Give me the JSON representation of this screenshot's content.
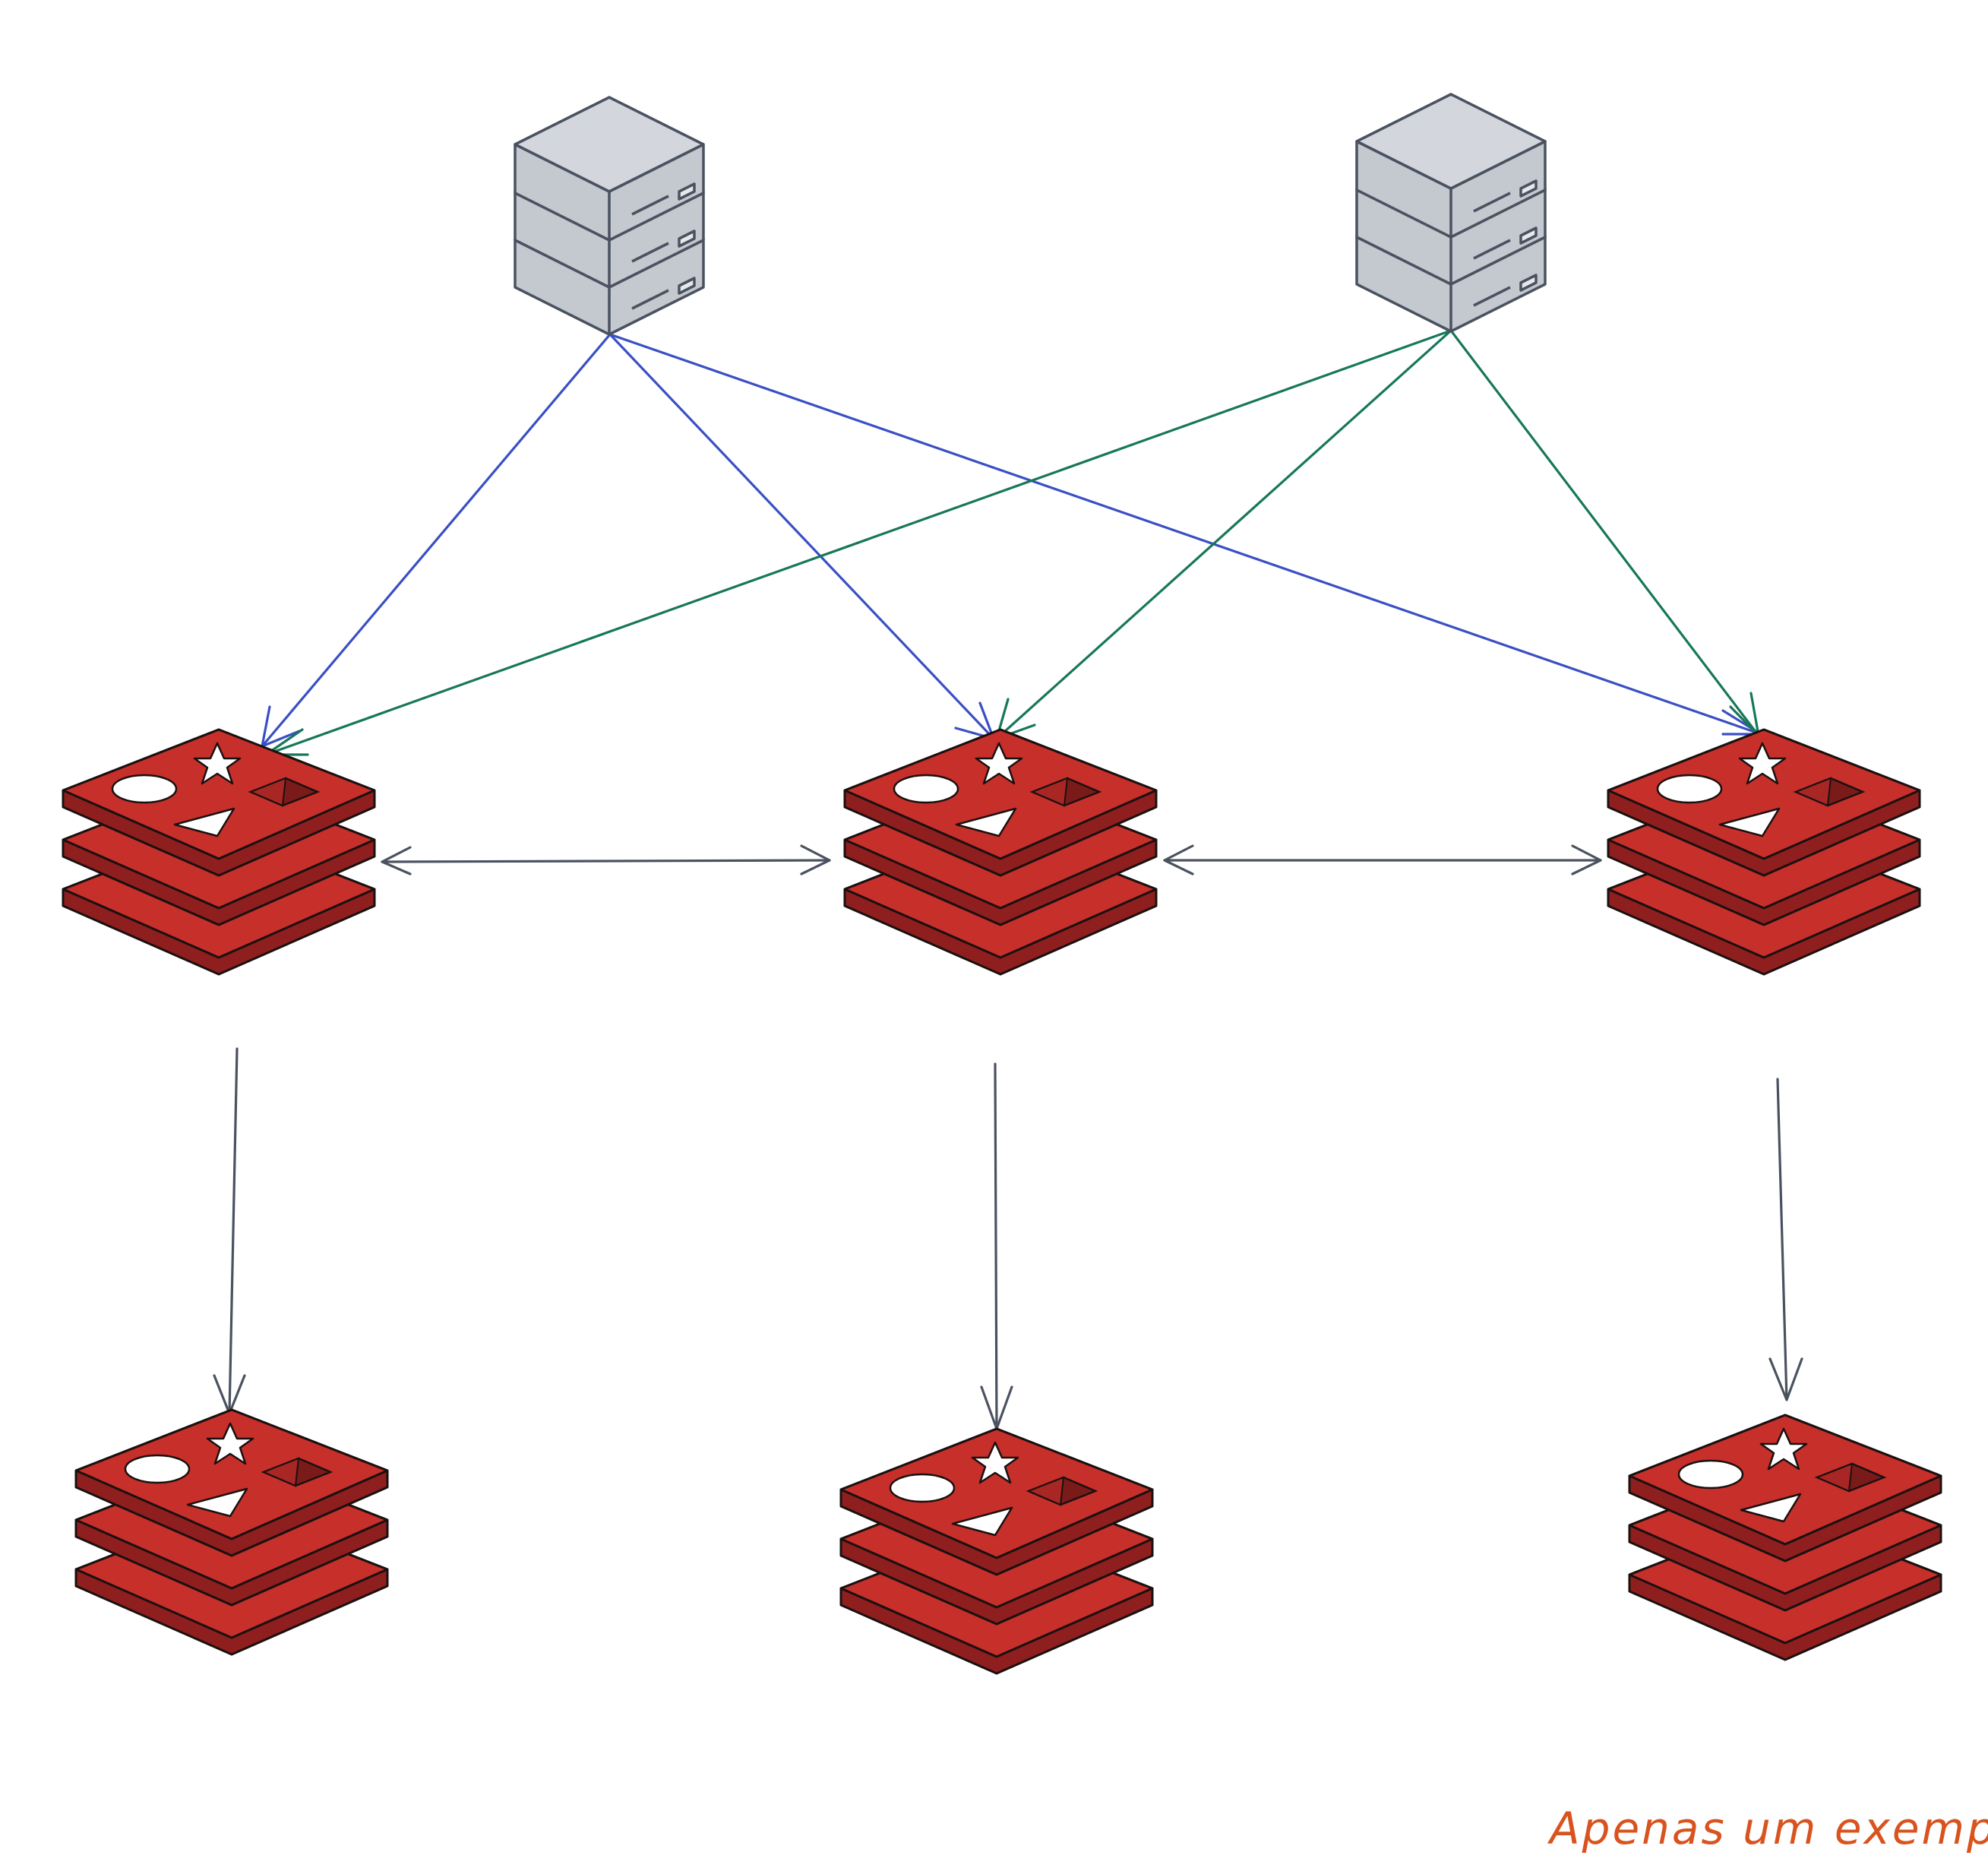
{
  "caption": "Apenas um exemplo*",
  "colors": {
    "background": "#ffffff",
    "server_body": "#cfd3da",
    "server_stroke": "#4a5260",
    "redis_top": "#c62f2a",
    "redis_dark": "#8e1f1e",
    "redis_stroke": "#1a1010",
    "arrow_server_left": "#3a4fc4",
    "arrow_server_right": "#17775a",
    "arrow_cluster": "#4a5260",
    "caption": "#d9531e"
  },
  "nodes": {
    "servers": [
      {
        "id": "server-left",
        "icon": "server-rack-icon"
      },
      {
        "id": "server-right",
        "icon": "server-rack-icon"
      }
    ],
    "redis_masters": [
      {
        "id": "redis-master-1",
        "icon": "redis-icon"
      },
      {
        "id": "redis-master-2",
        "icon": "redis-icon"
      },
      {
        "id": "redis-master-3",
        "icon": "redis-icon"
      }
    ],
    "redis_replicas": [
      {
        "id": "redis-replica-1",
        "icon": "redis-icon"
      },
      {
        "id": "redis-replica-2",
        "icon": "redis-icon"
      },
      {
        "id": "redis-replica-3",
        "icon": "redis-icon"
      }
    ]
  },
  "edges": [
    {
      "from": "server-left",
      "to": "redis-master-1",
      "kind": "server_left"
    },
    {
      "from": "server-left",
      "to": "redis-master-2",
      "kind": "server_left"
    },
    {
      "from": "server-left",
      "to": "redis-master-3",
      "kind": "server_left"
    },
    {
      "from": "server-right",
      "to": "redis-master-1",
      "kind": "server_right"
    },
    {
      "from": "server-right",
      "to": "redis-master-2",
      "kind": "server_right"
    },
    {
      "from": "server-right",
      "to": "redis-master-3",
      "kind": "server_right"
    },
    {
      "from": "redis-master-1",
      "to": "redis-master-2",
      "kind": "cluster",
      "bidirectional": true
    },
    {
      "from": "redis-master-2",
      "to": "redis-master-3",
      "kind": "cluster",
      "bidirectional": true
    },
    {
      "from": "redis-master-1",
      "to": "redis-replica-1",
      "kind": "cluster"
    },
    {
      "from": "redis-master-2",
      "to": "redis-replica-2",
      "kind": "cluster"
    },
    {
      "from": "redis-master-3",
      "to": "redis-replica-3",
      "kind": "cluster"
    }
  ]
}
